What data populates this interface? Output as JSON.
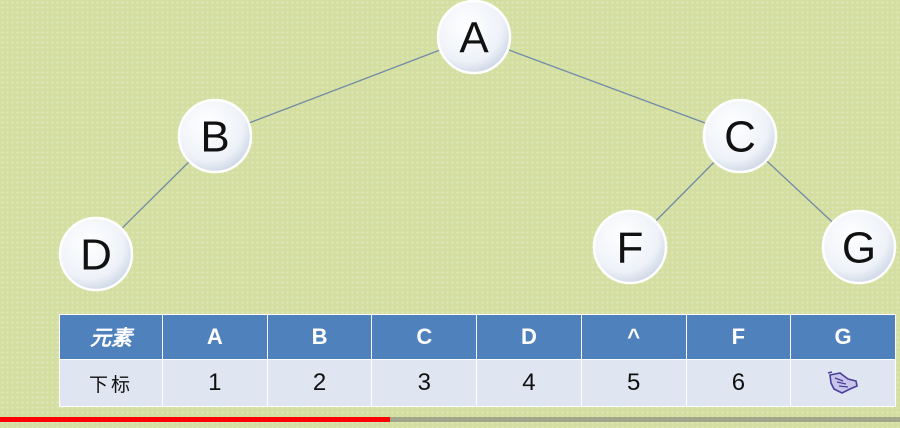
{
  "tree": {
    "nodes": [
      {
        "id": "A",
        "label": "A"
      },
      {
        "id": "B",
        "label": "B"
      },
      {
        "id": "C",
        "label": "C"
      },
      {
        "id": "D",
        "label": "D"
      },
      {
        "id": "F",
        "label": "F"
      },
      {
        "id": "G",
        "label": "G"
      }
    ],
    "edges": [
      [
        "A",
        "B"
      ],
      [
        "A",
        "C"
      ],
      [
        "B",
        "D"
      ],
      [
        "C",
        "F"
      ],
      [
        "C",
        "G"
      ]
    ]
  },
  "table": {
    "header_label": "元素",
    "index_label": "下标",
    "elements": [
      "A",
      "B",
      "C",
      "D",
      "^",
      "F",
      "G"
    ],
    "indices": [
      "1",
      "2",
      "3",
      "4",
      "5",
      "6",
      ""
    ],
    "last_cell_icon": "hand-cursor-icon"
  },
  "video": {
    "progress_fraction": 0.433
  },
  "colors": {
    "background": "#d3dea0",
    "table_header": "#4f81bd",
    "table_body": "#dfe5f1",
    "progress": "#ff0000"
  }
}
